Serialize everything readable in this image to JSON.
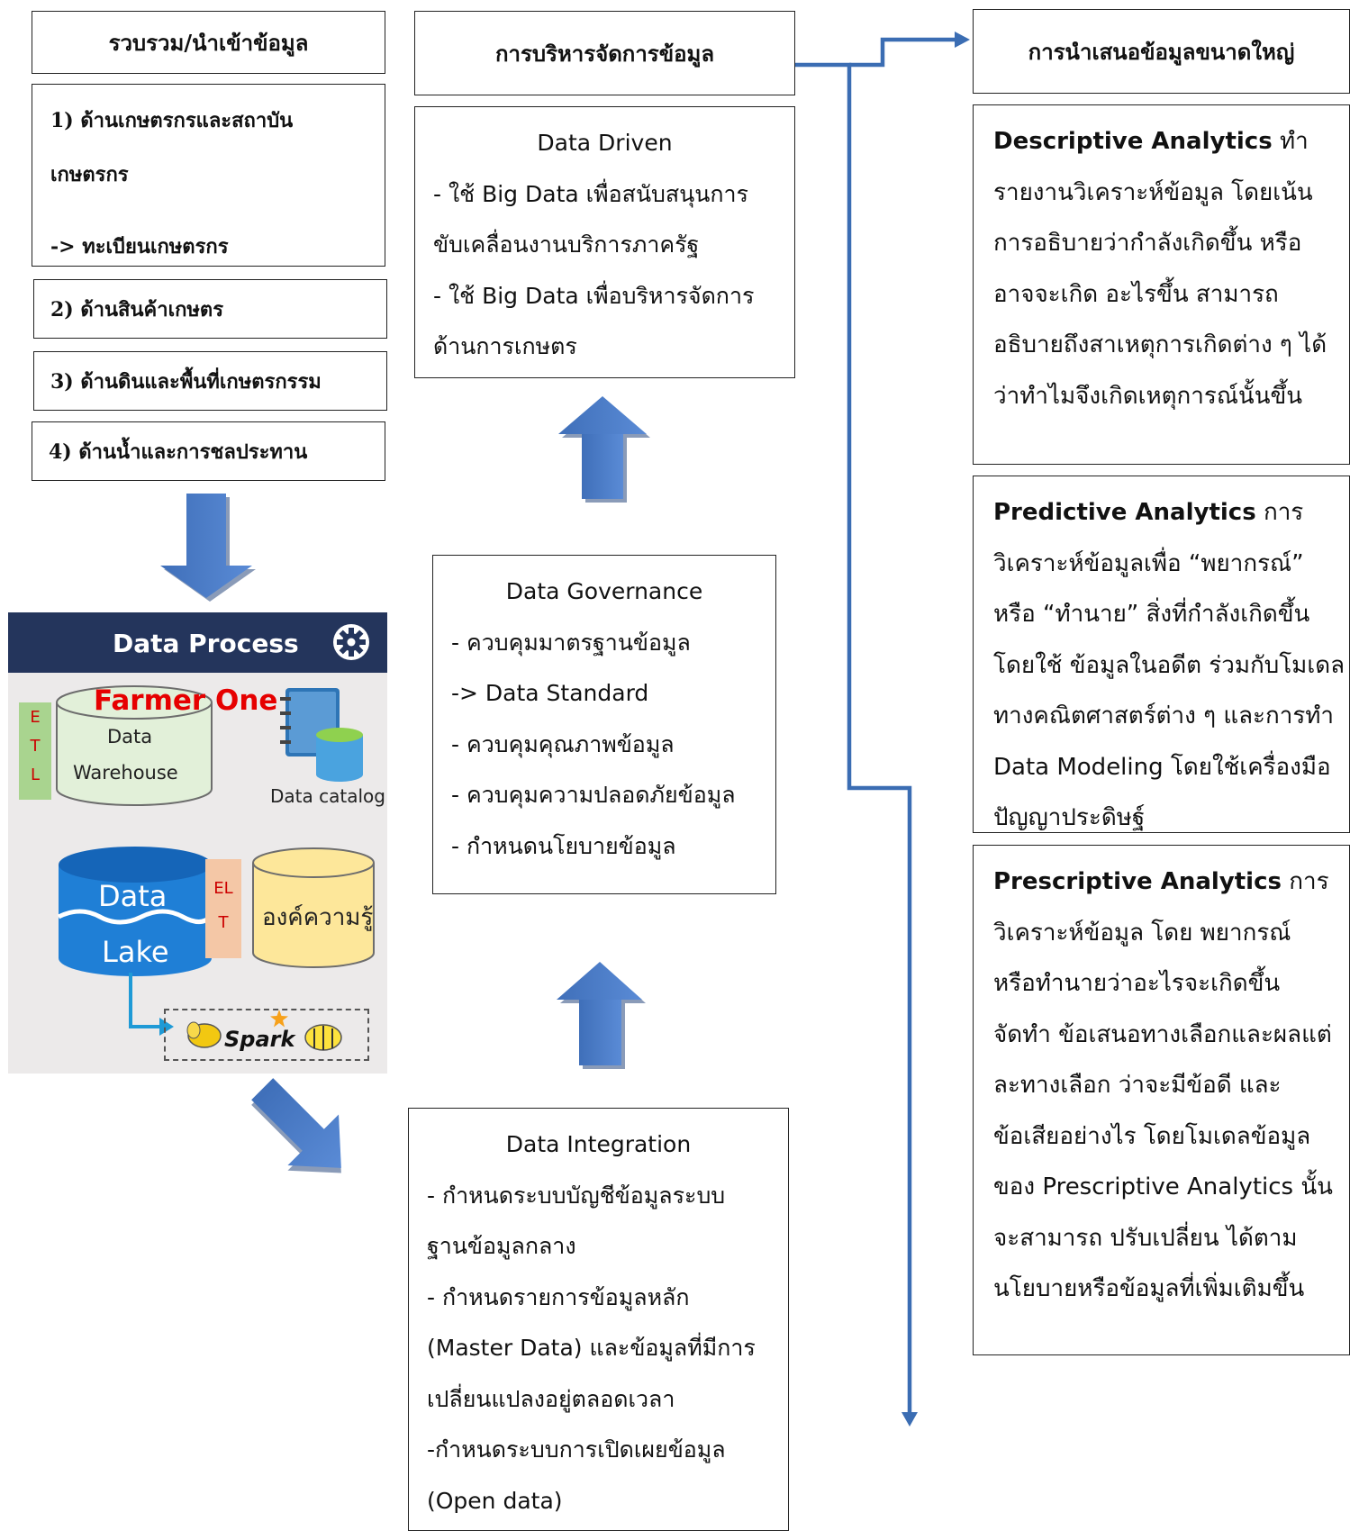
{
  "columns": {
    "collect": {
      "header": "รวบรวม/นำเข้าข้อมูล"
    },
    "manage": {
      "header": "การบริหารจัดการข้อมูล"
    },
    "present": {
      "header": "การนำเสนอข้อมูลขนาดใหญ่"
    }
  },
  "sources": {
    "item1_line1": "1) ด้านเกษตรกรและสถาบัน",
    "item1_line2": "เกษตรกร",
    "item1_line3": "-> ทะเบียนเกษตรกร",
    "item2": "2) ด้านสินค้าเกษตร",
    "item3": "3) ด้านดินและพื้นที่เกษตรกรรม",
    "item4": "4) ด้านน้ำและการชลประทาน"
  },
  "data_driven": {
    "title": "Data Driven",
    "lines": [
      "- ใช้ Big Data เพื่อสนับสนุนการ",
      "ขับเคลื่อนงานบริการภาครัฐ",
      "- ใช้ Big Data เพื่อบริหารจัดการ",
      "ด้านการเกษตร"
    ]
  },
  "data_governance": {
    "title": "Data Governance",
    "lines": [
      "- ควบคุมมาตรฐานข้อมูล",
      "-> Data Standard",
      "- ควบคุมคุณภาพข้อมูล",
      "- ควบคุมความปลอดภัยข้อมูล",
      "- กำหนดนโยบายข้อมูล"
    ]
  },
  "data_integration": {
    "title": "Data Integration",
    "lines": [
      "- กำหนดระบบบัญชีข้อมูลระบบ",
      "ฐานข้อมูลกลาง",
      "- กำหนดรายการข้อมูลหลัก",
      "(Master Data) และข้อมูลที่มีการ",
      "เปลี่ยนแปลงอยู่ตลอดเวลา",
      "-กำหนดระบบการเปิดเผยข้อมูล",
      "(Open data)"
    ]
  },
  "descriptive": {
    "bold": "Descriptive Analytics",
    "rest_first": " ทำ",
    "lines": [
      "รายงานวิเคราะห์ข้อมูล โดยเน้น",
      "การอธิบายว่ากำลังเกิดขึ้น หรือ",
      "อาจจะเกิด อะไรขึ้น สามารถ",
      "อธิบายถึงสาเหตุการเกิดต่าง ๆ ได้",
      "ว่าทำไมจึงเกิดเหตุการณ์นั้นขึ้น"
    ]
  },
  "predictive": {
    "bold": "Predictive Analytics",
    "rest_first": " การ",
    "lines": [
      "วิเคราะห์ข้อมูลเพื่อ “พยากรณ์”",
      "หรือ “ทำนาย” สิ่งที่กำลังเกิดขึ้น",
      "โดยใช้ ข้อมูลในอดีต ร่วมกับโมเดล",
      "ทางคณิตศาสตร์ต่าง ๆ และการทำ",
      "Data Modeling โดยใช้เครื่องมือ",
      "ปัญญาประดิษฐ์"
    ]
  },
  "prescriptive": {
    "bold": "Prescriptive Analytics",
    "rest_first": " การ",
    "lines": [
      "วิเคราะห์ข้อมูล โดย พยากรณ์",
      "หรือทำนายว่าอะไรจะเกิดขึ้น",
      "จัดทำ ข้อเสนอทางเลือกและผลแต่",
      "ละทางเลือก ว่าจะมีข้อดี และ",
      "ข้อเสียอย่างไร โดยโมเดลข้อมูล",
      "ของ Prescriptive Analytics นั้น",
      "จะสามารถ ปรับเปลี่ยน ได้ตาม",
      "นโยบายหรือข้อมูลที่เพิ่มเติมขึ้น"
    ]
  },
  "data_process": {
    "title": "Data Process",
    "farmer": "Farmer One",
    "etl": [
      "E",
      "T",
      "L"
    ],
    "warehouse_1": "Data",
    "warehouse_2": "Warehouse",
    "catalog": "Data catalog",
    "lake_1": "Data",
    "lake_2": "Lake",
    "elt_1": "EL",
    "elt_2": "T",
    "knowledge": "องค์ความรู้",
    "spark": "Spark",
    "colors": {
      "bar": "#24355c",
      "farmer": "#e60000",
      "lake": "#1f7fd6",
      "knowledge": "#fde79a"
    }
  },
  "colors": {
    "arrow": "#4472c4",
    "connector": "#3b6db3"
  }
}
